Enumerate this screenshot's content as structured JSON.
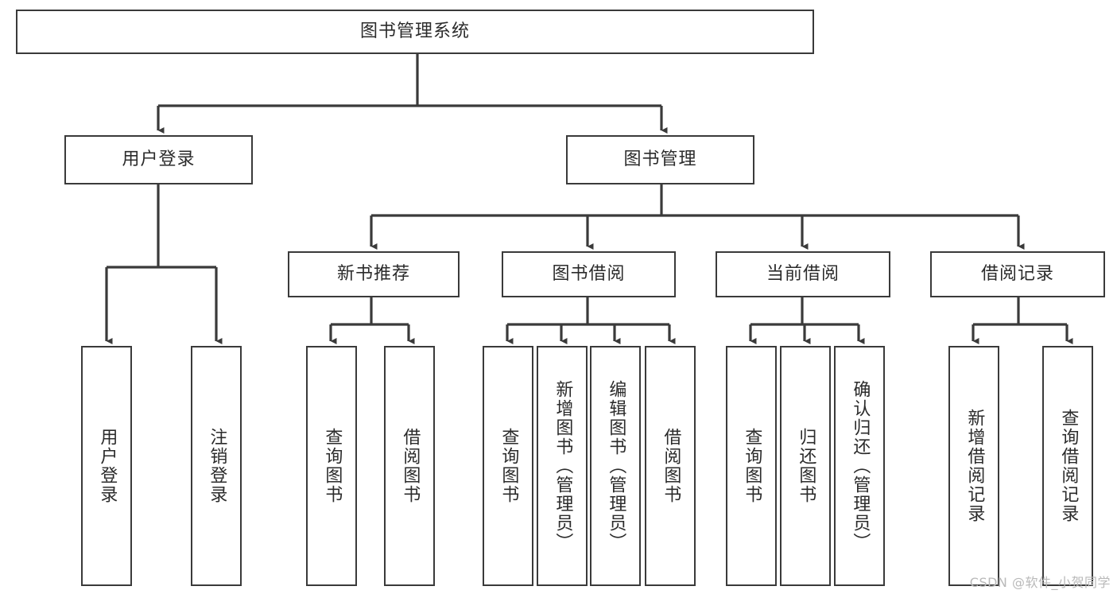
{
  "diagram": {
    "title": "图书管理系统",
    "watermark": "CSDN @软件_小贺同学",
    "stroke_color": "#3a3a3a",
    "text_color": "#2b2b2b",
    "background_color": "#ffffff",
    "watermark_color": "#b9b9b9"
  },
  "nodes": {
    "root": {
      "label": "图书管理系统"
    },
    "level1": [
      {
        "id": "user-login",
        "label": "用户登录"
      },
      {
        "id": "book-manage",
        "label": "图书管理"
      }
    ],
    "level2": [
      {
        "id": "new-book-recommend",
        "label": "新书推荐"
      },
      {
        "id": "book-borrow",
        "label": "图书借阅"
      },
      {
        "id": "current-borrow",
        "label": "当前借阅"
      },
      {
        "id": "borrow-record",
        "label": "借阅记录"
      }
    ],
    "leaves": {
      "user_login": [
        {
          "id": "leaf-user-login",
          "label": "用户登录"
        },
        {
          "id": "leaf-logout-login",
          "label": "注销登录"
        }
      ],
      "new_book_recommend": [
        {
          "id": "leaf-query-book-1",
          "label": "查询图书"
        },
        {
          "id": "leaf-borrow-book-1",
          "label": "借阅图书"
        }
      ],
      "book_borrow": [
        {
          "id": "leaf-query-book-2",
          "label": "查询图书"
        },
        {
          "id": "leaf-add-book",
          "label": "新增图书（管理员）"
        },
        {
          "id": "leaf-edit-book",
          "label": "编辑图书（管理员）"
        },
        {
          "id": "leaf-borrow-book-2",
          "label": "借阅图书"
        }
      ],
      "current_borrow": [
        {
          "id": "leaf-query-book-3",
          "label": "查询图书"
        },
        {
          "id": "leaf-return-book",
          "label": "归还图书"
        },
        {
          "id": "leaf-confirm-return",
          "label": "确认归还（管理员）"
        }
      ],
      "borrow_record": [
        {
          "id": "leaf-add-record",
          "label": "新增借阅记录"
        },
        {
          "id": "leaf-query-record",
          "label": "查询借阅记录"
        }
      ]
    }
  }
}
